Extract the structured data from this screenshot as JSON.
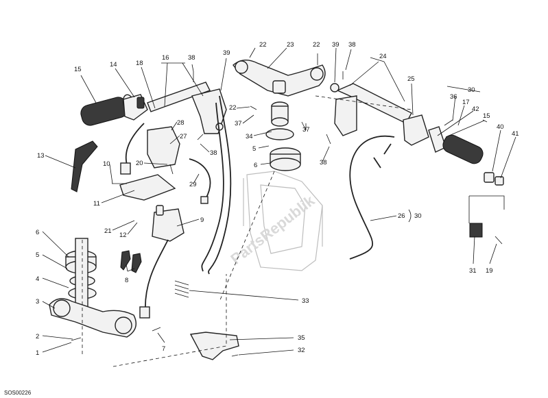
{
  "diagram_code": "SOS00226",
  "watermark": "PartsRepublik",
  "callouts": [
    {
      "id": "c15a",
      "text": "15"
    },
    {
      "id": "c14",
      "text": "14"
    },
    {
      "id": "c18",
      "text": "18"
    },
    {
      "id": "c16",
      "text": "16"
    },
    {
      "id": "c38a",
      "text": "38"
    },
    {
      "id": "c39a",
      "text": "39"
    },
    {
      "id": "c22a",
      "text": "22"
    },
    {
      "id": "c23",
      "text": "23"
    },
    {
      "id": "c22b",
      "text": "22"
    },
    {
      "id": "c39b",
      "text": "39"
    },
    {
      "id": "c38b",
      "text": "38"
    },
    {
      "id": "c24",
      "text": "24"
    },
    {
      "id": "c25",
      "text": "25"
    },
    {
      "id": "c30a",
      "text": "30"
    },
    {
      "id": "c36",
      "text": "36"
    },
    {
      "id": "c17",
      "text": "17"
    },
    {
      "id": "c42",
      "text": "42"
    },
    {
      "id": "c15b",
      "text": "15"
    },
    {
      "id": "c40",
      "text": "40"
    },
    {
      "id": "c41",
      "text": "41"
    },
    {
      "id": "c28",
      "text": "28"
    },
    {
      "id": "c27",
      "text": "27"
    },
    {
      "id": "c38c",
      "text": "38"
    },
    {
      "id": "c22c",
      "text": "22"
    },
    {
      "id": "c37a",
      "text": "37"
    },
    {
      "id": "c34",
      "text": "34"
    },
    {
      "id": "c5a",
      "text": "5"
    },
    {
      "id": "c6a",
      "text": "6"
    },
    {
      "id": "c37b",
      "text": "37"
    },
    {
      "id": "c38d",
      "text": "38"
    },
    {
      "id": "c13",
      "text": "13"
    },
    {
      "id": "c10",
      "text": "10"
    },
    {
      "id": "c20",
      "text": "20"
    },
    {
      "id": "c29",
      "text": "29"
    },
    {
      "id": "c11",
      "text": "11"
    },
    {
      "id": "c9",
      "text": "9"
    },
    {
      "id": "c21",
      "text": "21"
    },
    {
      "id": "c12",
      "text": "12"
    },
    {
      "id": "c26",
      "text": "26"
    },
    {
      "id": "c30b",
      "text": "30"
    },
    {
      "id": "c6b",
      "text": "6"
    },
    {
      "id": "c5b",
      "text": "5"
    },
    {
      "id": "c4",
      "text": "4"
    },
    {
      "id": "c3",
      "text": "3"
    },
    {
      "id": "c8",
      "text": "8"
    },
    {
      "id": "c33",
      "text": "33"
    },
    {
      "id": "c31",
      "text": "31"
    },
    {
      "id": "c19",
      "text": "19"
    },
    {
      "id": "c2",
      "text": "2"
    },
    {
      "id": "c1",
      "text": "1"
    },
    {
      "id": "c7",
      "text": "7"
    },
    {
      "id": "c35",
      "text": "35"
    },
    {
      "id": "c32",
      "text": "32"
    }
  ]
}
